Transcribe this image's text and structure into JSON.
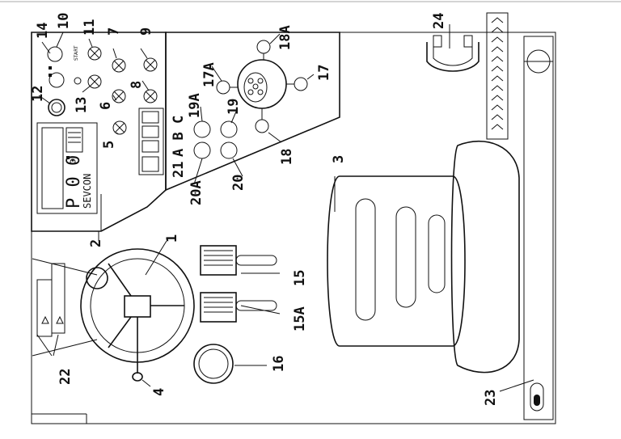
{
  "callouts": [
    "14",
    "10",
    "11",
    "7",
    "9",
    "12",
    "13",
    "6",
    "8",
    "5",
    "2",
    "1",
    "15",
    "15A",
    "16",
    "4",
    "22",
    "17A",
    "18A",
    "17",
    "19A",
    "19",
    "18",
    "21",
    "A B C",
    "20A",
    "20",
    "3",
    "24",
    "23"
  ],
  "display": {
    "brand": "SEVCON",
    "code": "P 0 0"
  },
  "panel_text": {
    "start": "START"
  }
}
